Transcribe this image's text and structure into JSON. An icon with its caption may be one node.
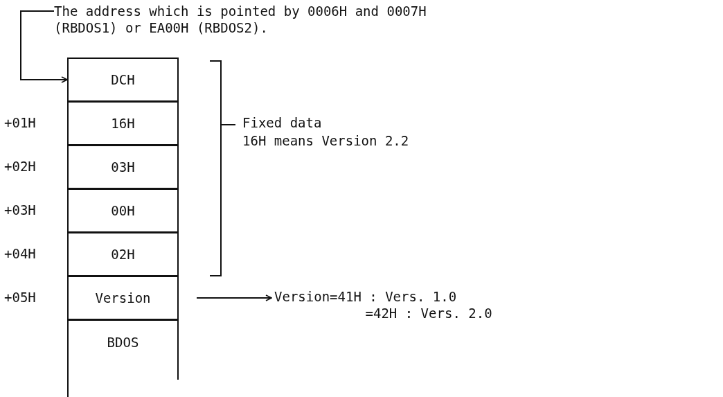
{
  "diagram": {
    "nodes": [
      {
        "text": [
          "The address which is pointed by 0006H and 0007H (RBDOS1) or EA00H (RBDOS2)."
        ]
      },
      {
        "text": [
          "DCH"
        ]
      },
      {
        "text": [
          "16H"
        ],
        "beside": [
          "+01H"
        ]
      },
      {
        "text": [
          "03H"
        ],
        "beside": [
          "+02H"
        ]
      },
      {
        "text": [
          "00H"
        ],
        "beside": [
          "+03H"
        ]
      },
      {
        "text": [
          "02H"
        ],
        "beside": [
          "+04H"
        ]
      },
      {
        "text": [
          "Version"
        ],
        "beside": [
          "+05H"
        ]
      },
      {
        "text": [
          "BDOS"
        ]
      },
      {
        "text": [
          "Version=41H : Vers. 1.0",
          "=42H : Vers. 2.0"
        ]
      }
    ],
    "edges": [
      {
        "from": 0,
        "to": 1,
        "arrow": "to"
      },
      {
        "from": 6,
        "to": 8,
        "arrow": "to"
      }
    ],
    "labels": [
      "Fixed data",
      "16H means Version 2.2"
    ]
  }
}
